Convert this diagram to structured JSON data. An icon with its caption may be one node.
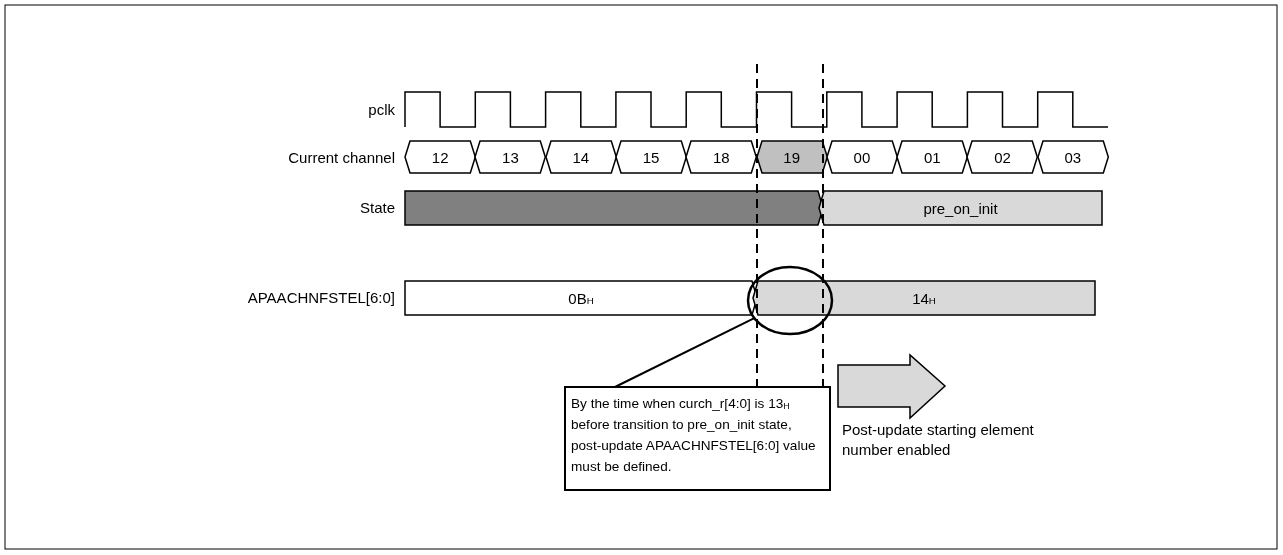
{
  "diagram": {
    "nodes": [
      {
        "text": [
          "12"
        ]
      },
      {
        "text": [
          "13"
        ]
      },
      {
        "text": [
          "14"
        ]
      },
      {
        "text": [
          "15"
        ]
      },
      {
        "text": [
          "18"
        ]
      },
      {
        "text": [
          "19"
        ]
      },
      {
        "text": [
          "00"
        ]
      },
      {
        "text": [
          "01"
        ]
      },
      {
        "text": [
          "02"
        ]
      },
      {
        "text": [
          "03"
        ]
      },
      {
        "text": [],
        "shape": "bar"
      },
      {
        "text": [
          "pre_on_init"
        ]
      },
      {
        "text": [
          "0B$_{H}$"
        ]
      },
      {
        "text": [
          "14$_{H}$"
        ]
      },
      {
        "text": [
          "By the time when curch_r[4:0] is 13$_{H}$ before transition to pre_on_init state, post-update APAACHNFSTEL[6:0] value must be defined."
        ]
      },
      {
        "text": [],
        "shape": "circle"
      }
    ],
    "edges": [
      {
        "from": 14,
        "to": 15,
        "arrow": "none"
      }
    ],
    "labels": [
      "pclk",
      "Current channel",
      "State",
      "APAACHNFSTEL[6:0]",
      "Post-update starting element number enabled"
    ]
  }
}
